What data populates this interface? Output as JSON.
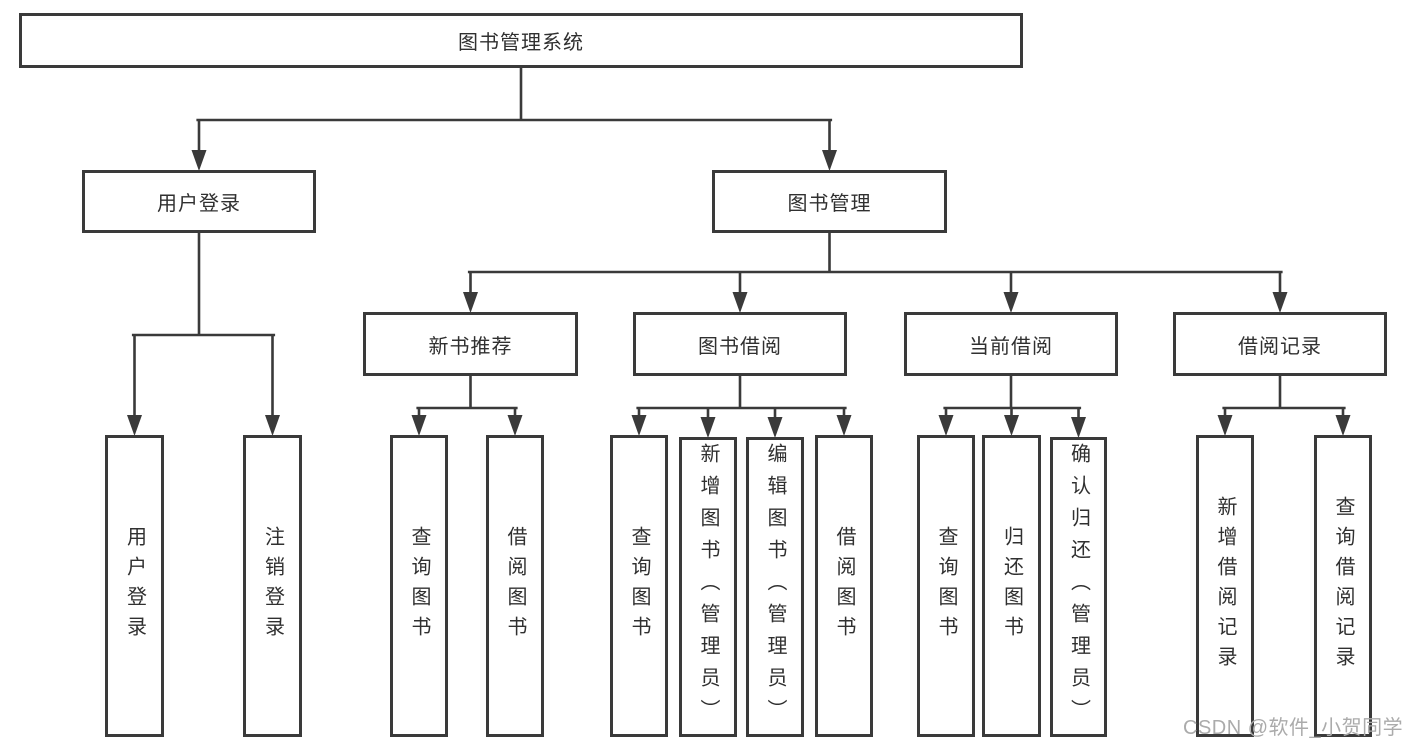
{
  "colors": {
    "line": "#3a3a3a",
    "box_border": "#3a3a3a",
    "text": "#303030",
    "background": "#ffffff",
    "watermark": "#ababab"
  },
  "watermark": {
    "text": "CSDN @软件_小贺同学"
  },
  "diagram": {
    "type": "hierarchy-tree",
    "title": "图书管理系统",
    "nodes": [
      {
        "id": "root",
        "parent": null,
        "label": "图书管理系统"
      },
      {
        "id": "user-login",
        "parent": "root",
        "label": "用户登录"
      },
      {
        "id": "book-mgmt",
        "parent": "root",
        "label": "图书管理"
      },
      {
        "id": "login",
        "parent": "user-login",
        "label": "用户登录"
      },
      {
        "id": "logout",
        "parent": "user-login",
        "label": "注销登录"
      },
      {
        "id": "new-book-rec",
        "parent": "book-mgmt",
        "label": "新书推荐"
      },
      {
        "id": "book-borrow",
        "parent": "book-mgmt",
        "label": "图书借阅"
      },
      {
        "id": "current-borrow",
        "parent": "book-mgmt",
        "label": "当前借阅"
      },
      {
        "id": "borrow-records",
        "parent": "book-mgmt",
        "label": "借阅记录"
      },
      {
        "id": "nbr-query-book",
        "parent": "new-book-rec",
        "label": "查询图书"
      },
      {
        "id": "nbr-borrow-book",
        "parent": "new-book-rec",
        "label": "借阅图书"
      },
      {
        "id": "bb-query-book",
        "parent": "book-borrow",
        "label": "查询图书"
      },
      {
        "id": "bb-add-book",
        "parent": "book-borrow",
        "label": "新增图书（管理员）"
      },
      {
        "id": "bb-edit-book",
        "parent": "book-borrow",
        "label": "编辑图书（管理员）"
      },
      {
        "id": "bb-borrow-book",
        "parent": "book-borrow",
        "label": "借阅图书"
      },
      {
        "id": "cb-query-book",
        "parent": "current-borrow",
        "label": "查询图书"
      },
      {
        "id": "cb-return-book",
        "parent": "current-borrow",
        "label": "归还图书"
      },
      {
        "id": "cb-confirm-return",
        "parent": "current-borrow",
        "label": "确认归还（管理员）"
      },
      {
        "id": "br-add-record",
        "parent": "borrow-records",
        "label": "新增借阅记录"
      },
      {
        "id": "br-query-record",
        "parent": "borrow-records",
        "label": "查询借阅记录"
      }
    ]
  }
}
